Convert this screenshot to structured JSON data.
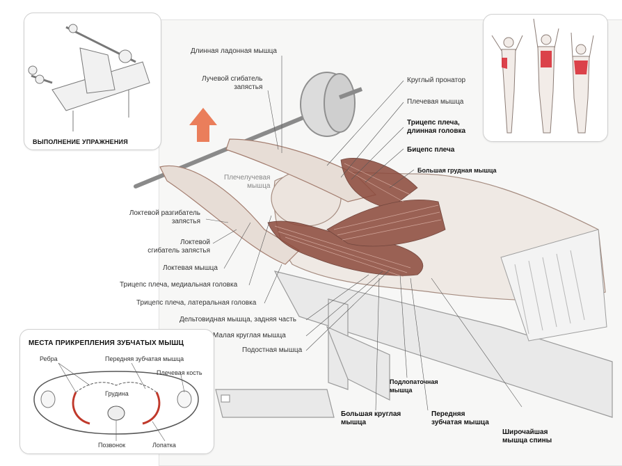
{
  "insets": {
    "exercise_title": "ВЫПОЛНЕНИЕ УПРАЖНЕНИЯ",
    "serratus": {
      "title": "МЕСТА ПРИКРЕПЛЕНИЯ ЗУБЧАТЫХ МЫШЦ",
      "labels": {
        "ribs": "Ребра",
        "serratus_anterior": "Передняя зубчатая мышца",
        "humerus": "Плечевая кость",
        "sternum": "Грудина",
        "spine": "Позвонок",
        "scapula": "Лопатка"
      }
    }
  },
  "muscle_labels": {
    "palmaris_longus": "Длинная ладонная мышца",
    "flexor_carpi_radialis": [
      "Лучевой сгибатель",
      "запястья"
    ],
    "brachioradialis": [
      "Плечелучевая",
      "мышца"
    ],
    "pronator_teres": "Круглый пронатор",
    "brachialis": "Плечевая мышца",
    "triceps_long": [
      "Трицепс плеча,",
      "длинная головка"
    ],
    "biceps": "Бицепс плеча",
    "pectoralis_major": "Большая грудная мышца",
    "extensor_carpi_ulnaris": [
      "Локтевой разгибатель",
      "запястья"
    ],
    "flexor_carpi_ulnaris": [
      "Локтевой",
      "сгибатель запястья"
    ],
    "anconeus": "Локтевая мышца",
    "triceps_medial": "Трицепс плеча, медиальная головка",
    "triceps_lateral": "Трицепс плеча, латеральная головка",
    "deltoid_posterior": "Дельтовидная мышца, задняя часть",
    "teres_minor": "Малая круглая мышца",
    "infraspinatus": "Подостная мышца",
    "subscapularis": [
      "Подлопаточная",
      "мышца"
    ],
    "teres_major": [
      "Большая круглая",
      "мышца"
    ],
    "serratus_anterior": [
      "Передняя",
      "зубчатая мышца"
    ],
    "latissimus": [
      "Широчайшая",
      "мышца спины"
    ]
  },
  "colors": {
    "muscle_red": "#c0392b",
    "muscle_brown": "#8c4a3c",
    "arrow": "#e8704a",
    "highlight": "#d9303a"
  }
}
